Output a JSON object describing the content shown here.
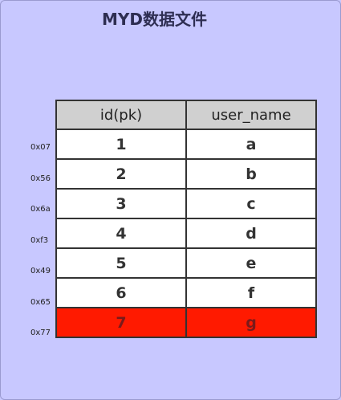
{
  "title": "MYD数据文件",
  "table": {
    "headers": [
      "id(pk)",
      "user_name"
    ],
    "rows": [
      {
        "offset": "0x07",
        "id": "1",
        "user_name": "a",
        "highlight": false
      },
      {
        "offset": "0x56",
        "id": "2",
        "user_name": "b",
        "highlight": false
      },
      {
        "offset": "0x6a",
        "id": "3",
        "user_name": "c",
        "highlight": false
      },
      {
        "offset": "0xf3",
        "id": "4",
        "user_name": "d",
        "highlight": false
      },
      {
        "offset": "0x49",
        "id": "5",
        "user_name": "e",
        "highlight": false
      },
      {
        "offset": "0x65",
        "id": "6",
        "user_name": "f",
        "highlight": false
      },
      {
        "offset": "0x77",
        "id": "7",
        "user_name": "g",
        "highlight": true
      }
    ]
  },
  "colors": {
    "background": "#c8c8ff",
    "header": "#d0d0d0",
    "highlight_row": "#ff1a00"
  }
}
